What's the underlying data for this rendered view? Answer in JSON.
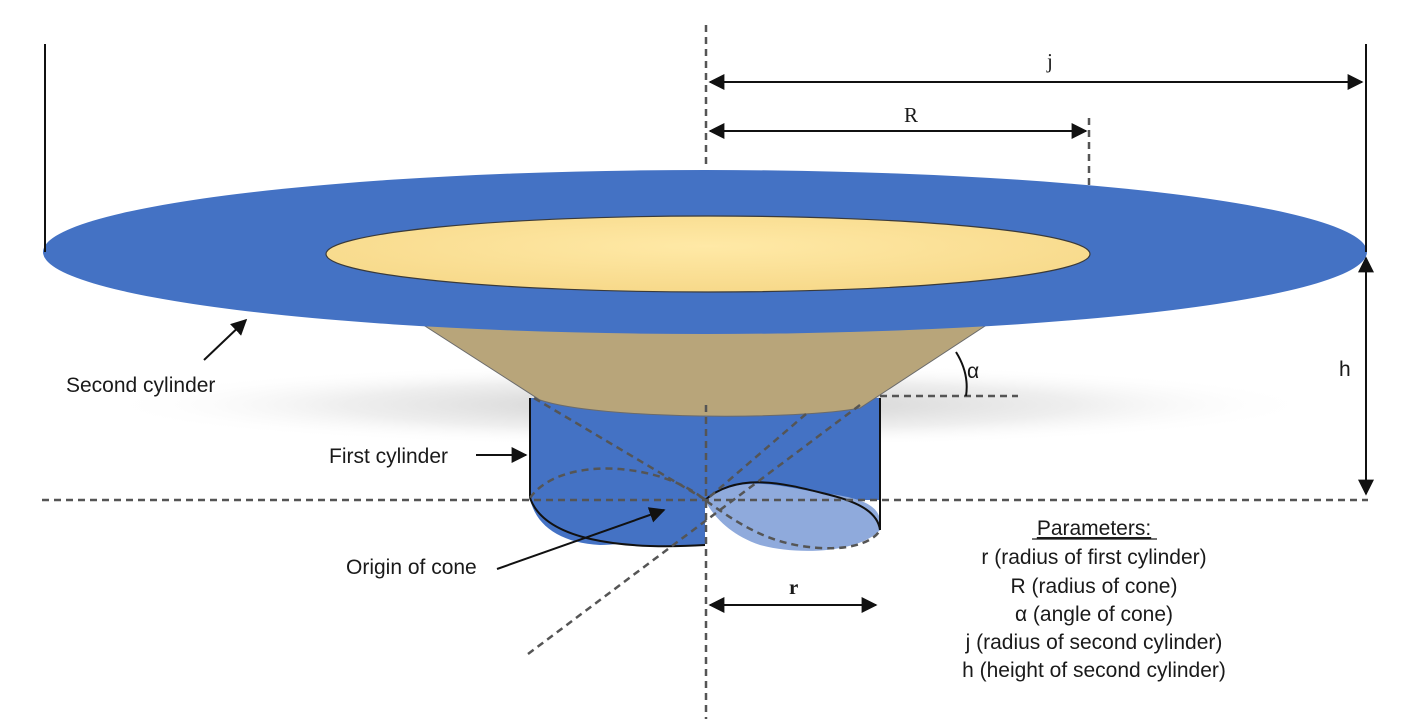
{
  "labels": {
    "second_cylinder": "Second cylinder",
    "first_cylinder": "First cylinder",
    "origin_of_cone": "Origin of cone",
    "alpha": "α",
    "h": "h"
  },
  "dimensions": {
    "j": "j",
    "R": "R",
    "r": "r"
  },
  "parameters": {
    "title": "Parameters:",
    "items": [
      "r (radius of first cylinder)",
      "R (radius of cone)",
      "α (angle of cone)",
      "j (radius of second cylinder)",
      "h (height of second cylinder)"
    ]
  },
  "colors": {
    "blue": "#4472c4",
    "light_blue": "#8faadc",
    "cone_tan": "#b8a57a",
    "cream": "#fde49a"
  }
}
